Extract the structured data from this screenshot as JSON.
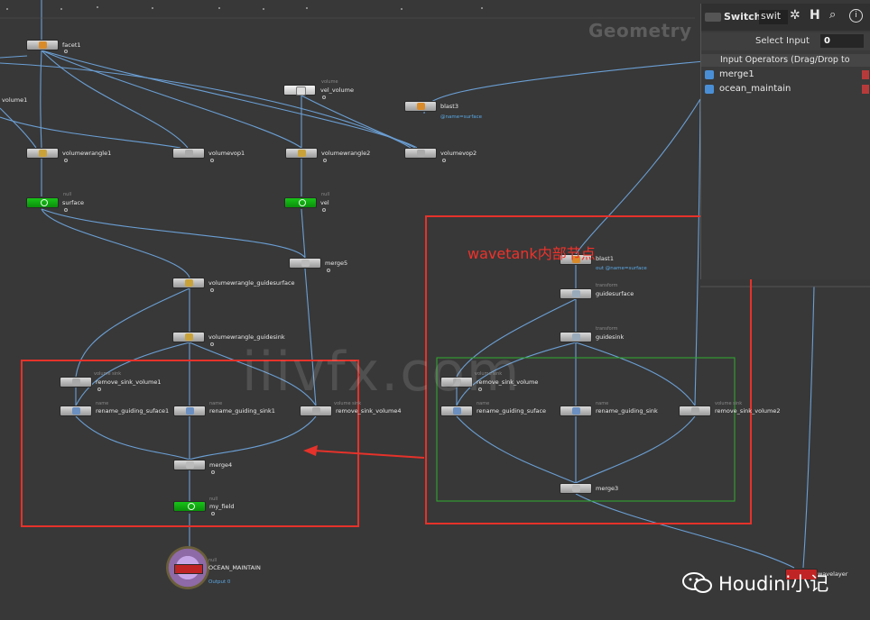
{
  "context_title": "Geometry",
  "param_panel": {
    "node_type": "Switch",
    "node_name": "swit",
    "select_input_label": "Select Input",
    "select_input_value": "0",
    "input_operators_header": "Input Operators (Drag/Drop to",
    "inputs": [
      "merge1",
      "ocean_maintain"
    ]
  },
  "nodes": {
    "facet1": "facet1",
    "volume1": "volume1",
    "vel_volume_type": "volume",
    "vel_volume": "vel_volume",
    "blast3": "blast3",
    "blast3_sub": "@name=surface",
    "volumewrangle1": "volumewrangle1",
    "volumevop1": "volumevop1",
    "volumewrangle2": "volumewrangle2",
    "volumevop2": "volumevop2",
    "surface_type": "null",
    "surface": "surface",
    "vel_type": "null",
    "vel": "vel",
    "merge5": "merge5",
    "vw_guidesurface": "volumewrangle_guidesurface",
    "vw_guidesink": "volumewrangle_guidesink",
    "remove_sink_volume1_type": "volume sink",
    "remove_sink_volume1": "remove_sink_volume1",
    "rename_guiding_suface1_type": "name",
    "rename_guiding_suface1": "rename_guiding_suface1",
    "rename_guiding_sink1_type": "name",
    "rename_guiding_sink1": "rename_guiding_sink1",
    "remove_sink_volume4_type": "volume sink",
    "remove_sink_volume4": "remove_sink_volume4",
    "merge4": "merge4",
    "my_field_type": "null",
    "my_field": "my_field",
    "ocean_maintain_type": "null",
    "ocean_maintain": "OCEAN_MAINTAIN",
    "ocean_maintain_sub": "Output 0",
    "blast1": "blast1",
    "blast1_sub": "out @name=surface",
    "guidesurface_type": "transform",
    "guidesurface": "guidesurface",
    "guidesink_type": "transform",
    "guidesink": "guidesink",
    "remove_sink_volume_type": "volume sink",
    "remove_sink_volume": "remove_sink_volume",
    "rename_guiding_suface_type": "name",
    "rename_guiding_suface": "rename_guiding_suface",
    "rename_guiding_sink_type": "name",
    "rename_guiding_sink": "rename_guiding_sink",
    "remove_sink_volume2_type": "volume sink",
    "remove_sink_volume2": "remove_sink_volume2",
    "merge3": "merge3",
    "wavelayer": "wavelayer"
  },
  "annotations": {
    "wavetank_label": "wavetank内部节点",
    "watermark": "iiivfx.com",
    "credit": "Houdini小记"
  },
  "colors": {
    "background": "#383838",
    "wire": "#6b9fd4",
    "red_box": "#e5322a",
    "green_box": "#2fae2f",
    "display_flag": "#14b814"
  },
  "icons": [
    "gear-icon",
    "help-icon",
    "search-icon",
    "info-icon",
    "input-arrow-icon",
    "wechat-icon"
  ]
}
